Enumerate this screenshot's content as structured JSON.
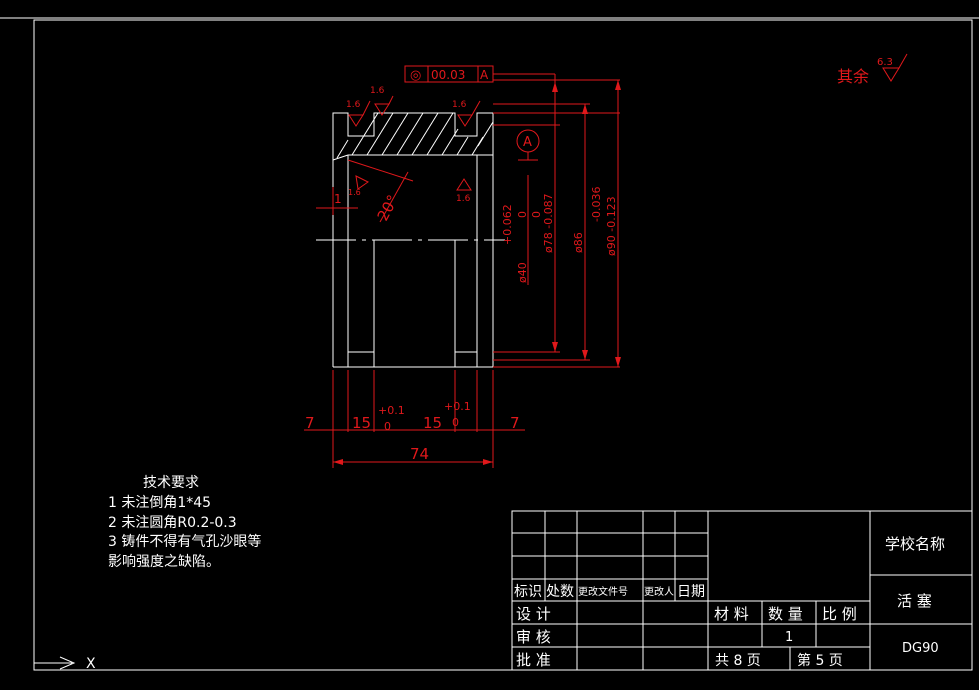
{
  "drawing": {
    "datum_box": {
      "symbol": "◎",
      "tolerance": "00.03",
      "datum": "A"
    },
    "datum_marker": "A",
    "roughness": [
      "1.6",
      "1.6",
      "1.6",
      "1.6",
      "1.6"
    ],
    "other_roughness": {
      "label": "其余",
      "value": "6.3"
    },
    "angle": "20°",
    "chamfer_dim": "1",
    "vertical_dims": [
      "ø40",
      "+0.062",
      "0",
      "ø78 -0.087",
      "0",
      "ø86",
      "ø90 -0.123",
      "-0.036"
    ],
    "horizontal_dims": [
      "7",
      "15",
      "+0.1",
      "0",
      "15",
      "+0.1",
      "0",
      "7",
      "74"
    ]
  },
  "tech_requirements": {
    "title": "技术要求",
    "items": [
      "1  未注倒角1*45",
      "2  未注圆角R0.2-0.3",
      "3  铸件不得有气孔沙眼等",
      "   影响强度之缺陷。"
    ]
  },
  "title_block": {
    "header_cells": [
      "标识",
      "处数",
      "更改文件号",
      "更改人",
      "日期"
    ],
    "row_labels": [
      "设 计",
      "审 核",
      "批 准"
    ],
    "mqs_headers": [
      "材 料",
      "数 量",
      "比 例"
    ],
    "quantity": "1",
    "pages": {
      "total": "共 8 页",
      "current": "第 5 页"
    },
    "school": "学校名称",
    "part_name": "活 塞",
    "part_no": "DG90"
  },
  "ucs": {
    "x_label": "X"
  }
}
